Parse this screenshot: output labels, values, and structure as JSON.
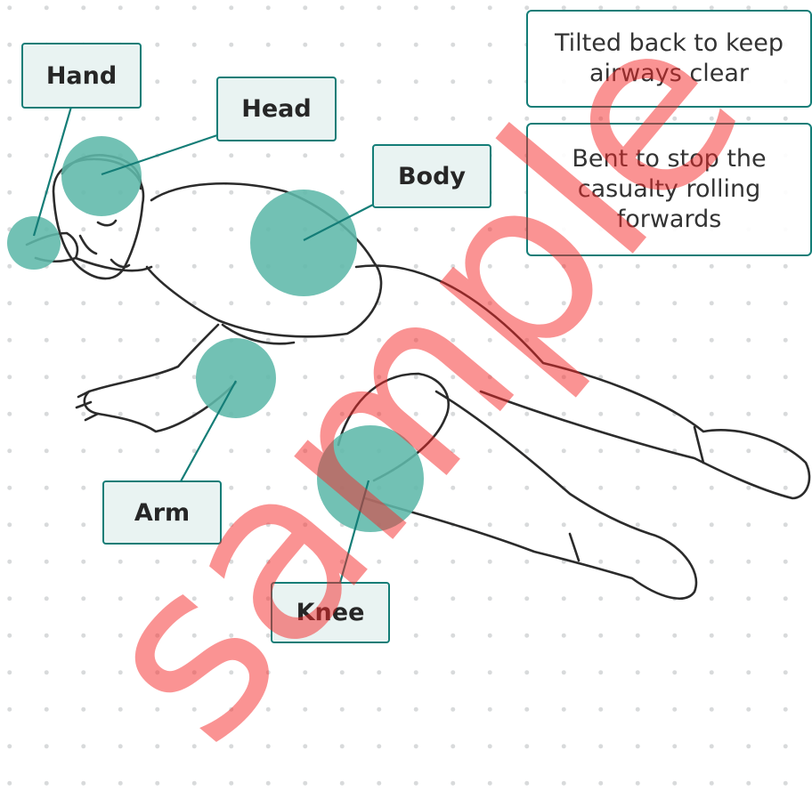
{
  "labels": {
    "hand": "Hand",
    "head": "Head",
    "body": "Body",
    "arm": "Arm",
    "knee": "Knee"
  },
  "notes": {
    "head_note": "Tilted back to keep airways clear",
    "arm_note": "Bent to stop the casualty rolling forwards"
  },
  "watermark": "sample",
  "colors": {
    "accent": "#147d77",
    "highlight": "#5fb8aa",
    "label_fill": "#e9f3f2",
    "watermark": "#f52828"
  }
}
